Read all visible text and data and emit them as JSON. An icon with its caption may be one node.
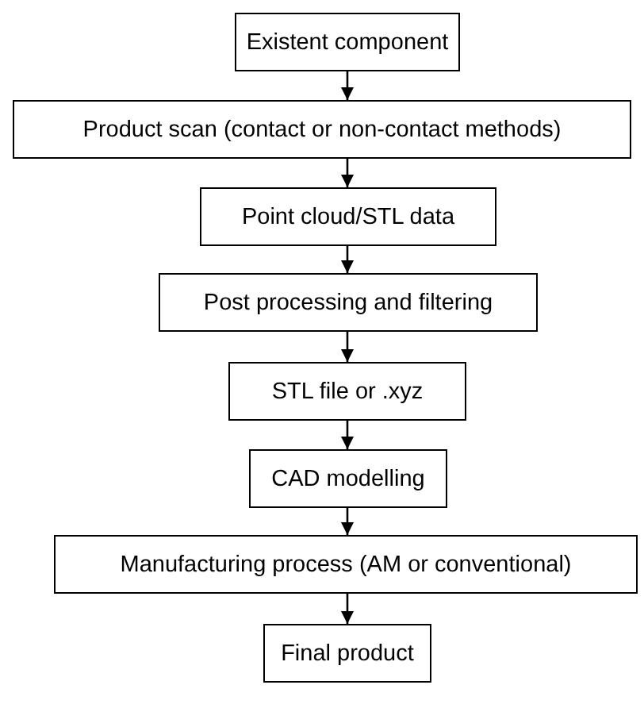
{
  "diagram": {
    "nodes": [
      {
        "text": [
          "Existent component"
        ]
      },
      {
        "text": [
          "Product scan (contact or non-contact methods)"
        ]
      },
      {
        "text": [
          "Point cloud/STL data"
        ]
      },
      {
        "text": [
          "Post processing and filtering"
        ]
      },
      {
        "text": [
          "STL file or .xyz"
        ]
      },
      {
        "text": [
          "CAD modelling"
        ]
      },
      {
        "text": [
          "Manufacturing process (AM or conventional)"
        ]
      },
      {
        "text": [
          "Final product"
        ]
      }
    ],
    "edges": [
      {
        "from": 0,
        "to": 1,
        "arrow": "to"
      },
      {
        "from": 1,
        "to": 2,
        "arrow": "to"
      },
      {
        "from": 2,
        "to": 3,
        "arrow": "to"
      },
      {
        "from": 3,
        "to": 4,
        "arrow": "to"
      },
      {
        "from": 4,
        "to": 5,
        "arrow": "to"
      },
      {
        "from": 5,
        "to": 6,
        "arrow": "to"
      },
      {
        "from": 6,
        "to": 7,
        "arrow": "to"
      }
    ]
  }
}
